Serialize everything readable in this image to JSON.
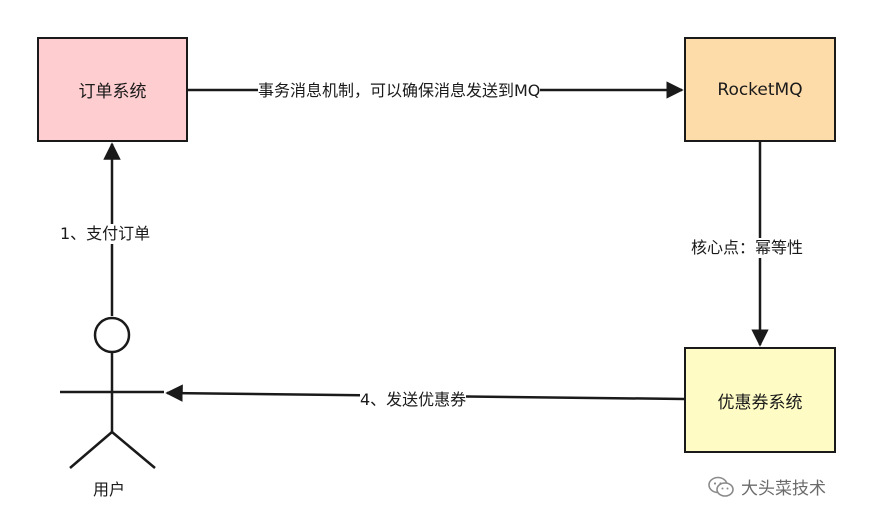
{
  "nodes": {
    "order_system": {
      "label": "订单系统",
      "fill": "#fecdd0"
    },
    "rocketmq": {
      "label": "RocketMQ",
      "fill": "#fedcaa"
    },
    "coupon_system": {
      "label": "优惠券系统",
      "fill": "#fefbc4"
    }
  },
  "actor": {
    "label": "用户"
  },
  "edges": {
    "transaction_msg": {
      "label": "事务消息机制，可以确保消息发送到MQ"
    },
    "pay_order": {
      "label": "1、支付订单"
    },
    "idempotency": {
      "label": "核心点：幂等性"
    },
    "send_coupon": {
      "label": "4、发送优惠券"
    }
  },
  "watermark": {
    "text": "大头菜技术"
  },
  "colors": {
    "stroke": "#1a1a1a"
  }
}
